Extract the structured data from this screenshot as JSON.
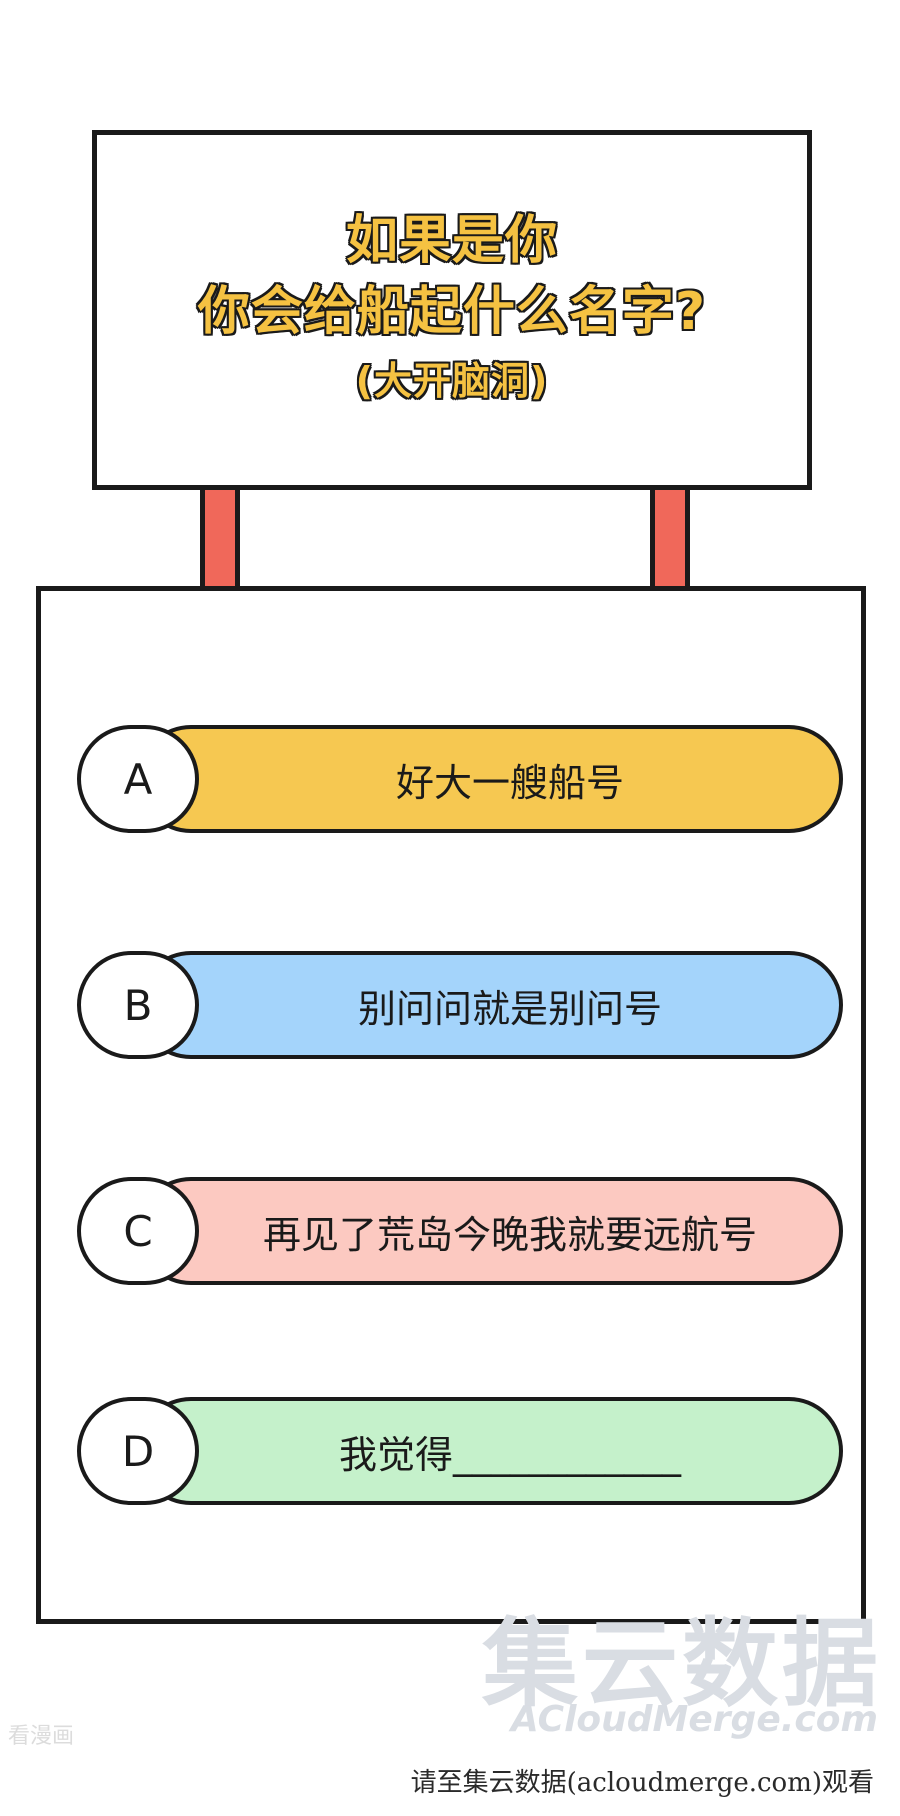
{
  "question": {
    "line1": "如果是你",
    "line2": "你会给船起什么名字?",
    "line3": "(大开脑洞)"
  },
  "options": [
    {
      "letter": "A",
      "text": "好大一艘船号",
      "color": "#f6c851"
    },
    {
      "letter": "B",
      "text": "别问问就是别问号",
      "color": "#a4d4fb"
    },
    {
      "letter": "C",
      "text": "再见了荒岛今晚我就要远航号",
      "color": "#fcc9c1"
    },
    {
      "letter": "D",
      "text": "我觉得____________",
      "color": "#c5f1cb"
    }
  ],
  "watermark": {
    "cn": "集云数据",
    "en": "ACloudMerge.com",
    "left": "看漫画"
  },
  "footer": "请至集云数据(acloudmerge.com)观看",
  "colors": {
    "post": "#f0685a",
    "title_fill": "#f5c242",
    "outline": "#1a1a1a"
  }
}
